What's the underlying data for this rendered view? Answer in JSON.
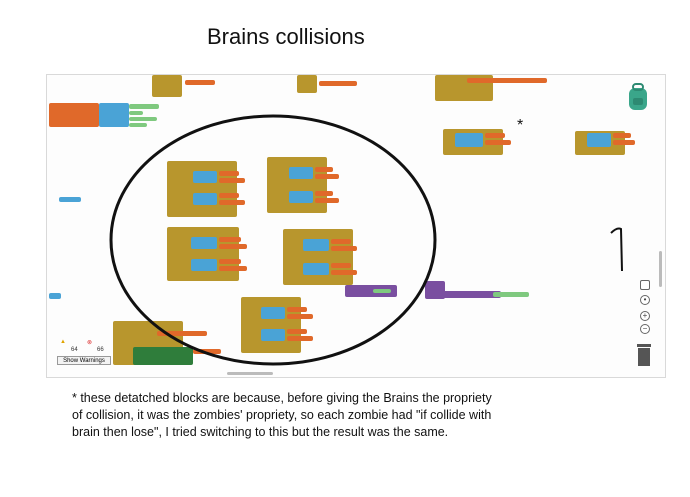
{
  "title": "Brains collisions",
  "star": "*",
  "note": "* these detatched blocks are because, before giving the Brains the propriety of collision, it was the zombies' propriety, so each zombie had \"if collide with brain then lose\", I tried switching to this but the result was the same.",
  "warnings": {
    "warn_count": "64",
    "error_count": "66",
    "button_label": "Show Warnings"
  },
  "colors": {
    "event_block": "#b8962d",
    "logic_block": "#4aa3d6",
    "variable_block": "#e0692a",
    "backpack": "#3aa68a"
  }
}
